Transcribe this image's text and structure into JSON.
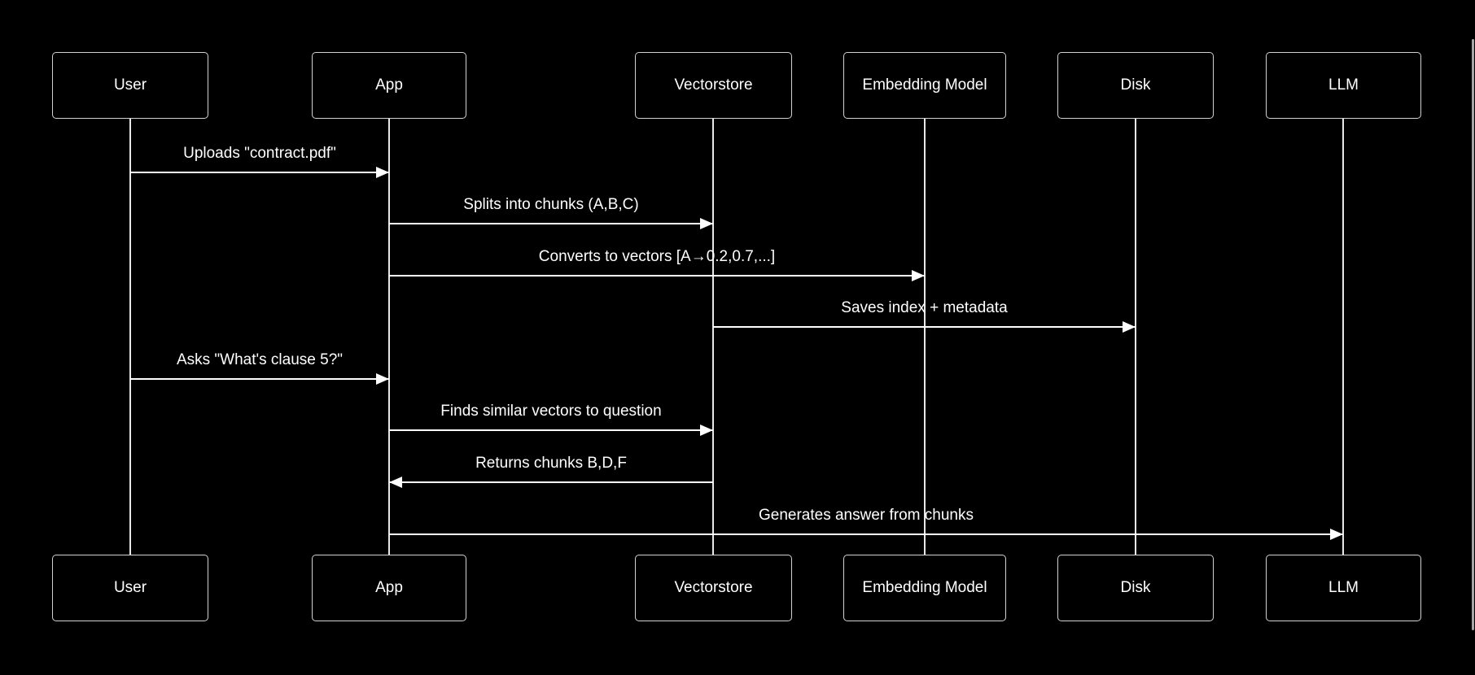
{
  "colors": {
    "background": "#000000",
    "actor_border": "#d2d2d2",
    "actor_fill": "#000000",
    "text": "#ffffff",
    "line": "#ffffff",
    "lifeline": "#e8e8e8",
    "scrollbar": "#a6a6a6"
  },
  "diagram": {
    "actors": [
      {
        "id": "user",
        "label": "User"
      },
      {
        "id": "app",
        "label": "App"
      },
      {
        "id": "vectorstore",
        "label": "Vectorstore"
      },
      {
        "id": "embedding",
        "label": "Embedding Model"
      },
      {
        "id": "disk",
        "label": "Disk"
      },
      {
        "id": "llm",
        "label": "LLM"
      }
    ],
    "messages": [
      {
        "text": "Uploads \"contract.pdf\"",
        "from": "user",
        "to": "app"
      },
      {
        "text": "Splits into chunks (A,B,C)",
        "from": "app",
        "to": "vectorstore"
      },
      {
        "text": "Converts to vectors [A→0.2,0.7,...]",
        "from": "app",
        "to": "embedding"
      },
      {
        "text": "Saves index + metadata",
        "from": "vectorstore",
        "to": "disk"
      },
      {
        "text": "Asks \"What's clause 5?\"",
        "from": "user",
        "to": "app"
      },
      {
        "text": "Finds similar vectors to question",
        "from": "app",
        "to": "vectorstore"
      },
      {
        "text": "Returns chunks B,D,F",
        "from": "vectorstore",
        "to": "app"
      },
      {
        "text": "Generates answer from chunks",
        "from": "app",
        "to": "llm"
      }
    ]
  }
}
